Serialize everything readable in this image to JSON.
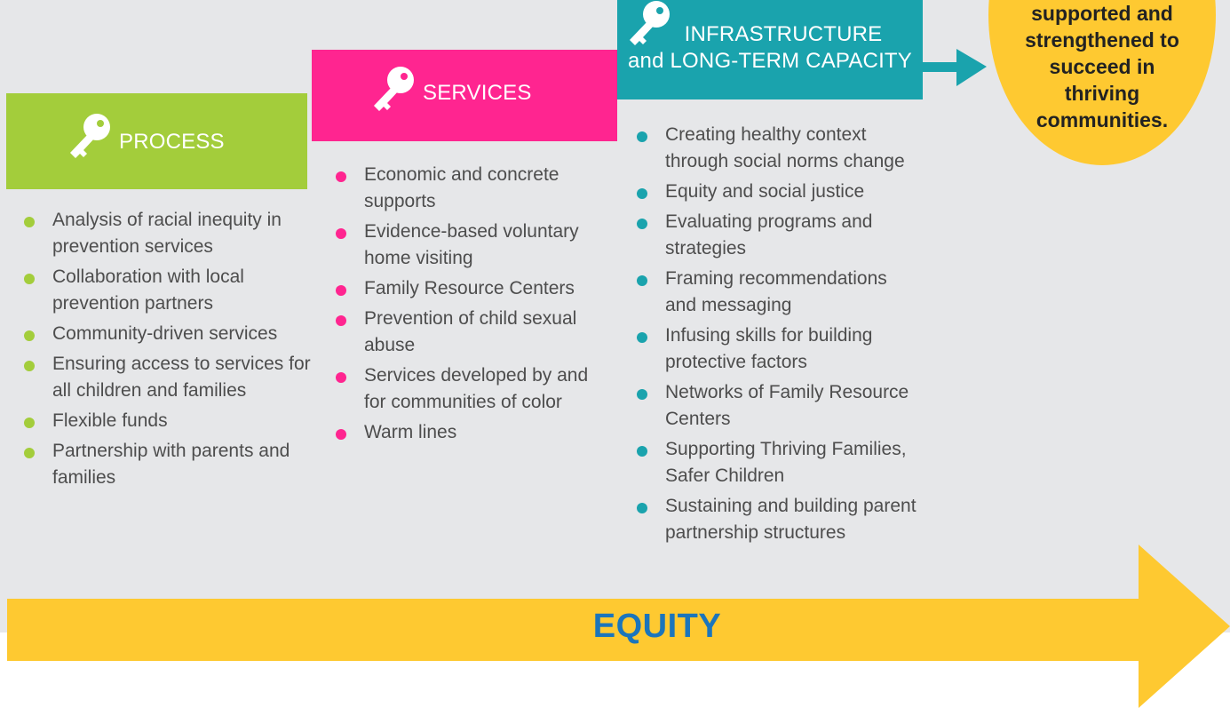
{
  "colors": {
    "background": "#e6e7e9",
    "process": "#a3cd3b",
    "services": "#ff2590",
    "infrastructure": "#1aa3ad",
    "outcome": "#fec931",
    "equity_arrow": "#fec931",
    "equity_text": "#1b75bc"
  },
  "icons": {
    "column_header": "key-icon",
    "flow": "arrow-right-icon"
  },
  "process": {
    "title": "PROCESS",
    "items": [
      "Analysis of racial inequity in prevention services",
      "Collaboration with local prevention partners",
      "Community-driven services",
      "Ensuring access to services for all children and families",
      "Flexible funds",
      "Partnership with parents and families"
    ]
  },
  "services": {
    "title": "SERVICES",
    "items": [
      "Economic and concrete supports",
      "Evidence-based voluntary home visiting",
      "Family Resource Centers",
      "Prevention of child sexual abuse",
      "Services developed by and for communities of color",
      "Warm lines"
    ]
  },
  "infrastructure": {
    "title_line1": "INFRASTRUCTURE",
    "title_line2": "and LONG-TERM CAPACITY",
    "items": [
      "Creating healthy context through social norms change",
      "Equity and social justice",
      "Evaluating programs and strategies",
      "Framing recommendations and messaging",
      "Infusing skills for building protective factors",
      "Networks of Family Resource Centers",
      "Supporting Thriving Families, Safer Children",
      "Sustaining and building parent partnership structures"
    ]
  },
  "outcome": {
    "text": "families are supported and strengthened to succeed in thriving communities."
  },
  "equity": {
    "label": "EQUITY"
  }
}
